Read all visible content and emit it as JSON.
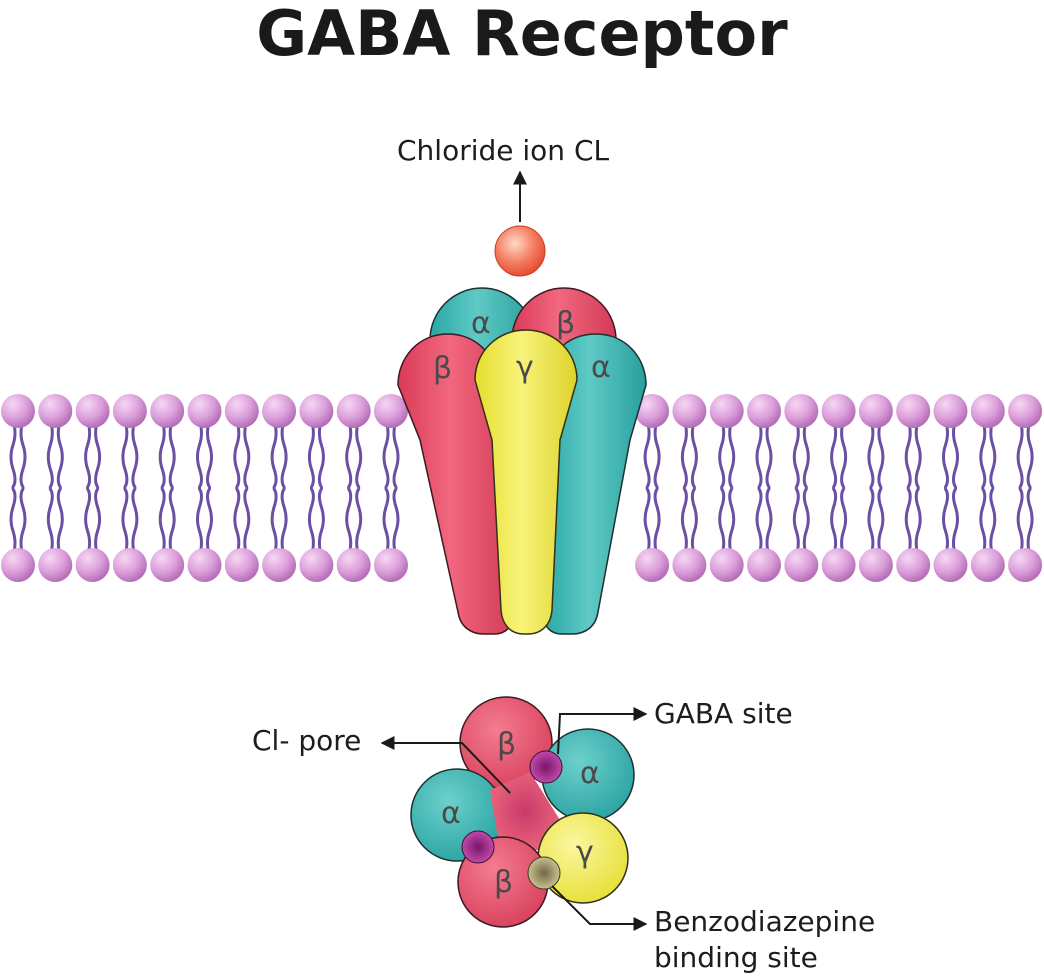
{
  "title": "GABA Receptor",
  "labels": {
    "chloride_ion": "Chloride ion CL",
    "gaba_site": "GABA site",
    "cl_pore": "Cl- pore",
    "benzo_line1": "Benzodiazepine",
    "benzo_line2": "binding site"
  },
  "subunits": {
    "alpha": "α",
    "beta": "β",
    "gamma": "γ"
  },
  "colors": {
    "alpha": "#3fb8b5",
    "beta": "#e8506b",
    "gamma": "#f1ec52",
    "ion": "#f26b4f",
    "lipid_head": "#d99ad6",
    "lipid_tail": "#6b4fa3",
    "gaba_site": "#a3238f",
    "benzo_site": "#9a9163"
  }
}
